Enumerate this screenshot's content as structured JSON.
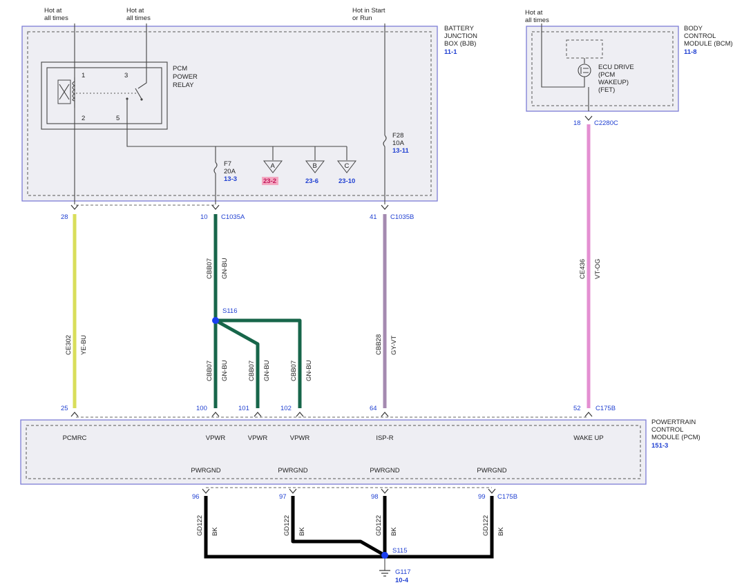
{
  "supply": {
    "hot1": [
      "Hot at",
      "all times"
    ],
    "hot2": [
      "Hot at",
      "all times"
    ],
    "start_run": [
      "Hot in Start",
      "or Run"
    ],
    "bcm_hot": [
      "Hot at",
      "all times"
    ]
  },
  "bjb": {
    "name": [
      "BATTERY",
      "JUNCTION",
      "BOX (BJB)"
    ],
    "ref": "11-1",
    "relay": {
      "name": [
        "PCM",
        "POWER",
        "RELAY"
      ],
      "pins": [
        "1",
        "2",
        "3",
        "5"
      ]
    },
    "fuse_f7": {
      "name": "F7",
      "rating": "20A",
      "ref": "13-3"
    },
    "fuse_f28": {
      "name": "F28",
      "rating": "10A",
      "ref": "13-11"
    },
    "offpage": [
      {
        "letter": "A",
        "ref": "23-2"
      },
      {
        "letter": "B",
        "ref": "23-6"
      },
      {
        "letter": "C",
        "ref": "23-10"
      }
    ]
  },
  "bcm": {
    "name": [
      "BODY",
      "CONTROL",
      "MODULE (BCM)"
    ],
    "ref": "11-8",
    "driver": [
      "ECU DRIVE",
      "(PCM",
      "WAKEUP)",
      "(FET)"
    ]
  },
  "pcm": {
    "name": [
      "POWERTRAIN",
      "CONTROL",
      "MODULE (PCM)"
    ],
    "ref": "151-3",
    "pins_top": [
      "PCMRC",
      "VPWR",
      "VPWR",
      "VPWR",
      "ISP-R",
      "WAKE UP"
    ],
    "pins_bottom": [
      "PWRGND",
      "PWRGND",
      "PWRGND",
      "PWRGND"
    ]
  },
  "connectors": {
    "bjb_a": "C1035A",
    "bjb_b": "C1035B",
    "bcm": "C2280C",
    "pcm_top": "C175B",
    "pcm_bottom": "C175B"
  },
  "pins": {
    "bjb_28": "28",
    "bjb_10": "10",
    "bjb_41": "41",
    "bcm_18": "18",
    "pcm_25": "25",
    "pcm_100": "100",
    "pcm_101": "101",
    "pcm_102": "102",
    "pcm_64": "64",
    "pcm_52": "52",
    "pcm_96": "96",
    "pcm_97": "97",
    "pcm_98": "98",
    "pcm_99": "99"
  },
  "circuits": {
    "ce302": {
      "id": "CE302",
      "color_code": "YE-BU",
      "color": "#d9de5a"
    },
    "cbb07": {
      "id": "CBB07",
      "color_code": "GN-BU",
      "color": "#17664a"
    },
    "cbb28": {
      "id": "CBB28",
      "color_code": "GY-VT",
      "color": "#a48ab0"
    },
    "ce436": {
      "id": "CE436",
      "color_code": "VT-OG",
      "color": "#e48fd2"
    },
    "gd122": {
      "id": "GD122",
      "color_code": "BK",
      "color": "#000000"
    }
  },
  "splices": {
    "s116": "S116",
    "s115": "S115"
  },
  "ground": {
    "name": "G117",
    "ref": "10-4"
  },
  "colors": {
    "box_border": "#7d7dd6",
    "box_fill": "#eeeef3",
    "splice_dot": "#1a3ff0",
    "ref_text": "#1f3fd1"
  }
}
